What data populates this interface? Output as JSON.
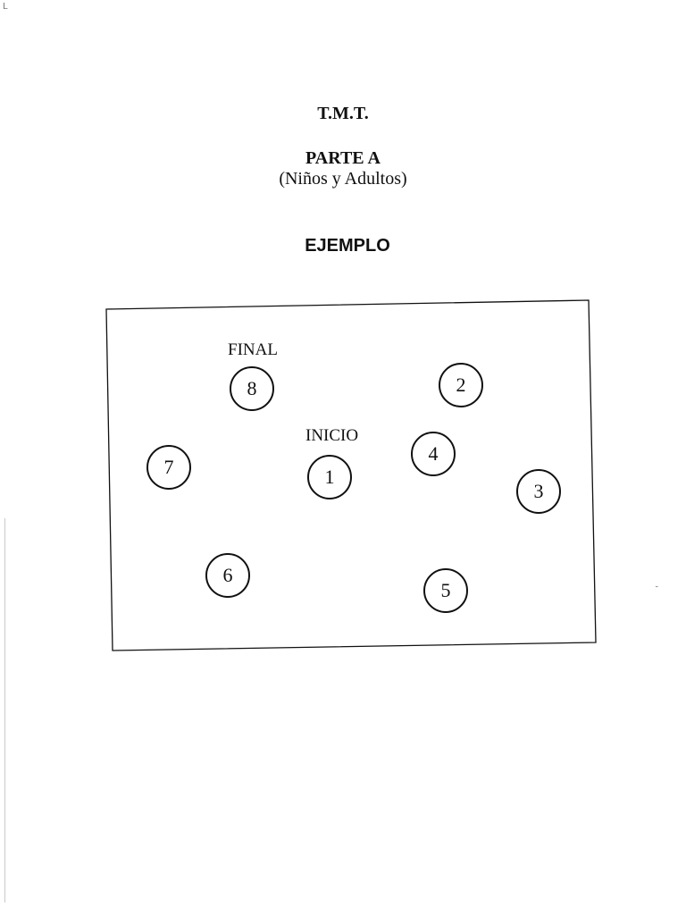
{
  "header": {
    "title": "T.M.T.",
    "part": "PARTE A",
    "subtitle": "(Niños y Adultos)"
  },
  "example": {
    "heading": "EJEMPLO",
    "end_label": "FINAL",
    "start_label": "INICIO",
    "nodes": [
      "1",
      "2",
      "3",
      "4",
      "5",
      "6",
      "7",
      "8"
    ]
  },
  "colors": {
    "ink": "#111111",
    "paper": "#ffffff"
  }
}
